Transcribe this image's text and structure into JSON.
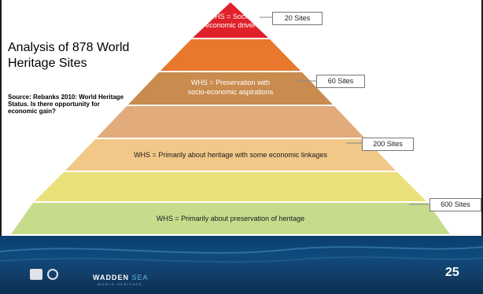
{
  "title": "Analysis of 878 World Heritage Sites",
  "source": "Source: Rebanks 2010: World Heritage Status. Is there opportunity for economic gain?",
  "levels": [
    {
      "line1": "WHS = Socio-",
      "line2": "economic driver"
    },
    {
      "line1": "",
      "line2": ""
    },
    {
      "line1": "WHS = Preservation with",
      "line2": "socio-economic aspirations"
    },
    {
      "line1": "",
      "line2": ""
    },
    {
      "line1": "WHS = Primarily about heritage with some economic linkages",
      "line2": ""
    },
    {
      "line1": "",
      "line2": ""
    },
    {
      "line1": "WHS = Primarily about preservation of heritage",
      "line2": ""
    }
  ],
  "callouts": [
    "20 Sites",
    "60 Sites",
    "200 Sites",
    "600 Sites"
  ],
  "colors": {
    "tier1": "#e0202a",
    "tier2": "#e8782c",
    "tier3": "#c98b4e",
    "tier4": "#e2ab7c",
    "tier5": "#f2c889",
    "tier6": "#eae07a",
    "tier7": "#c6dc8c",
    "footer": "#0f4a7e"
  },
  "footer": {
    "logo_text": "WADDEN",
    "logo_text2": "SEA",
    "logo_sub": "WORLD HERITAGE",
    "anniversary": "25"
  }
}
